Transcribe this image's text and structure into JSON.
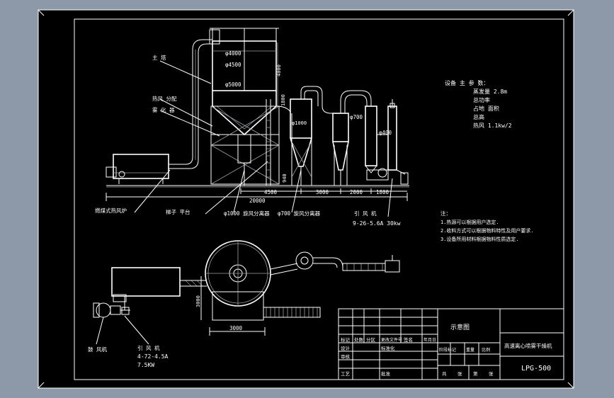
{
  "drawing": {
    "title_code": "LPG-500",
    "title_name": "高速离心喷雾干燥机",
    "sheet_caption": "示意图",
    "scale_note": "张",
    "sheet_note": "张"
  },
  "elevation": {
    "dimensions": {
      "total_length": "20000",
      "span_tower": "4500",
      "span_cyclone": "3000",
      "span_fan": "2000",
      "span_scrubber": "1800",
      "height_1": "1800",
      "height_2": "4000",
      "height_3": "940"
    },
    "tower_labels": {
      "dia_top": "φ4000",
      "dia_mid": "φ4500",
      "dia_low": "φ5000"
    },
    "duct_label": "φ700",
    "pipe_label": "φ400",
    "cyclone_label": "φ1000"
  },
  "callouts": {
    "top_1": "主 塔",
    "top_2": "热风 分配",
    "top_3": "雾 化 器",
    "bottom_furnace": "燃煤式热风炉",
    "bottom_ladder": "梯子 平台",
    "bottom_cyclone1": "φ1000 旋风分离器",
    "bottom_cyclone2": "φ700 旋风分离器",
    "bottom_fan_title": "引 风 机",
    "bottom_fan_spec": "9-26-5.6A 30kw",
    "plan_fan_title": "鼓 风机",
    "plan_fan_spec1": "4-72-4.5A",
    "plan_fan_spec2": "7.5KW",
    "plan_dim_a": "3000",
    "plan_dim_b": "3000"
  },
  "specs": {
    "line1": "设备 主 参 数：",
    "line2": "蒸发量 2.8m",
    "line3": "总功率",
    "line4": "占地 面积",
    "line5": "总高",
    "line6": "热风 1.1kw/2"
  },
  "notes": {
    "head": "注：",
    "n1": "1.热源可以根据用户选定.",
    "n2": "2.收料方式可以根据物料特性及用户要求.",
    "n3": "3.设备所用材料根据物料性质选定."
  },
  "titleblock": {
    "r1a": "标记",
    "r1b": "处数",
    "r1c": "分区",
    "r1d": "更改文件号",
    "r1e": "签名",
    "r1f": "年月日",
    "r2a": "设计",
    "r2b": "标准化",
    "r2c": "阶段标记",
    "r2d": "重量",
    "r2e": "比例",
    "r3a": "审核",
    "r4a": "工艺",
    "r4b": "批准",
    "r4c": "共",
    "r4d": "第"
  }
}
